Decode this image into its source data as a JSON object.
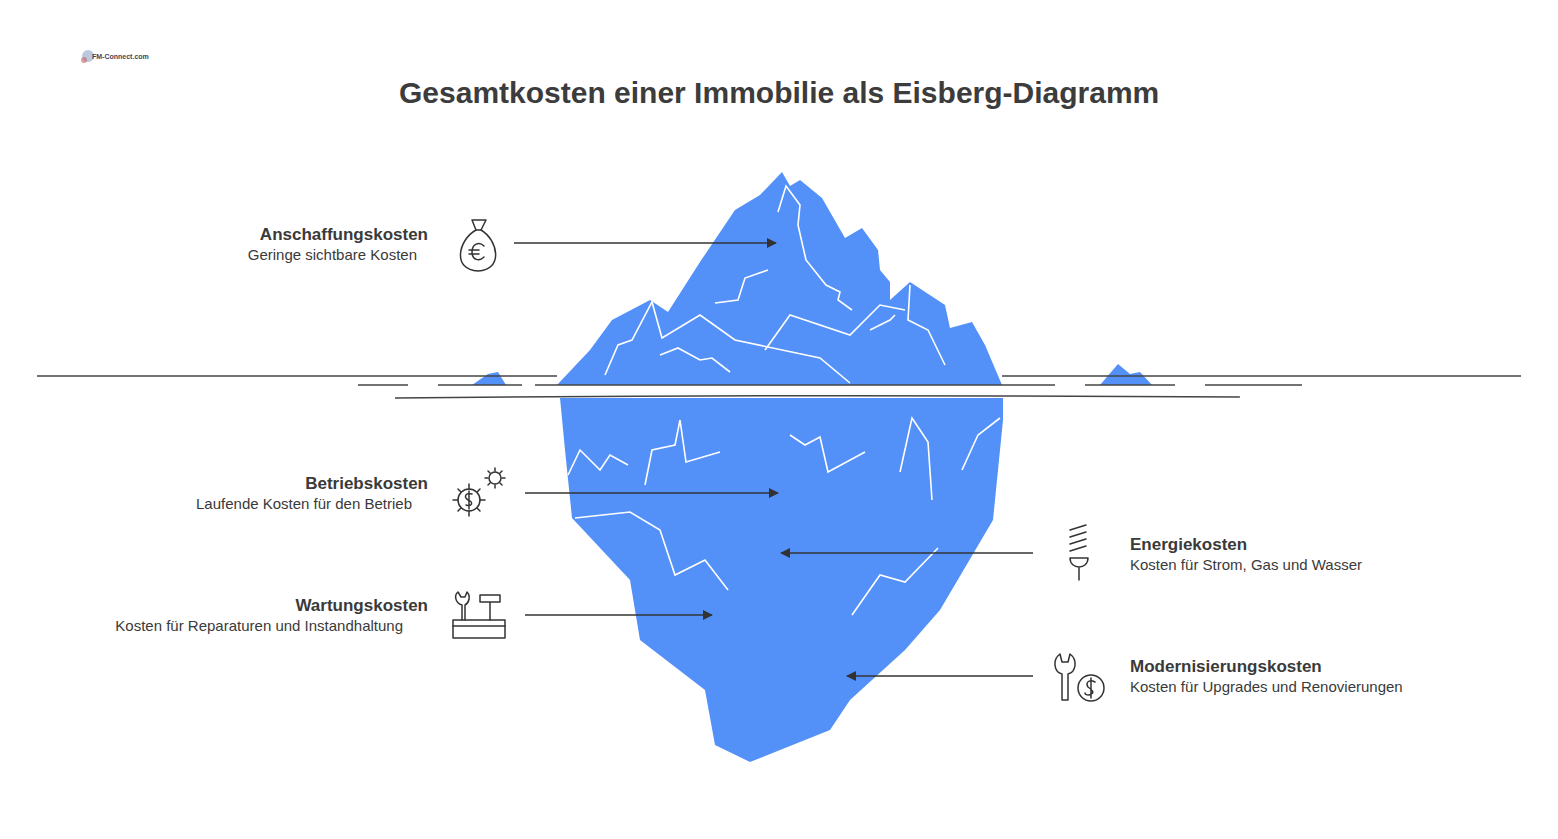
{
  "diagram": {
    "title": "Gesamtkosten einer Immobilie als Eisberg-Diagramm",
    "labels": [
      "FM-Connect.com",
      "Anschaffungskosten",
      "Geringe sichtbare Kosten",
      "Betriebskosten",
      "Laufende Kosten für den Betrieb",
      "Wartungskosten",
      "Kosten für Reparaturen und Instandhaltung",
      "Energiekosten",
      "Kosten für Strom, Gas und Wasser",
      "Modernisierungskosten",
      "Kosten für Upgrades und Renovierungen"
    ]
  }
}
